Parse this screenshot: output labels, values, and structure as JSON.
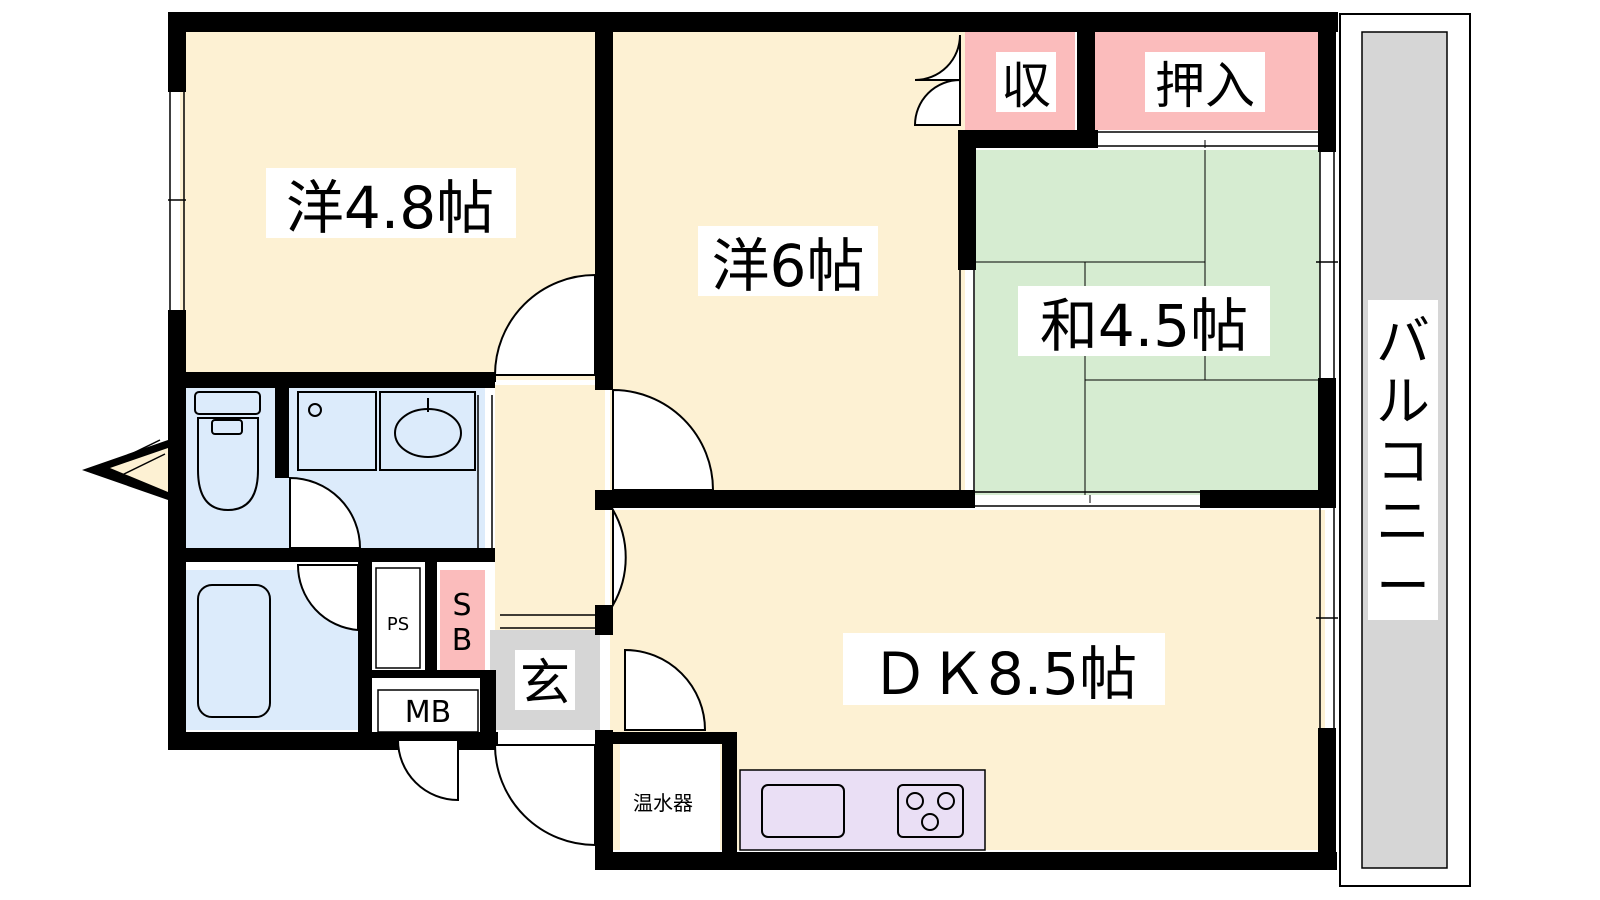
{
  "rooms": {
    "western_a": "洋4.8帖",
    "western_b": "洋6帖",
    "japanese": "和4.5帖",
    "dk": "ＤＫ8.5帖",
    "storage": "収",
    "closet": "押入",
    "entrance": "玄",
    "water_heater": "温水器"
  },
  "utility": {
    "ps": "PS",
    "sb_s": "S",
    "sb_b": "B",
    "mb": "MB"
  },
  "balcony": {
    "chars": [
      "バ",
      "ル",
      "コ",
      "ニ",
      "ー"
    ]
  },
  "colors": {
    "western_floor": "#fdf1d3",
    "japanese_tatami": "#d6ecd1",
    "bath_blue": "#dcebfb",
    "storage_pink": "#fbbcbc",
    "entrance_gray": "#d6d6d6",
    "kitchen_purple": "#eadff5",
    "balcony_gray": "#d6d6d6",
    "wall": "#000000"
  }
}
